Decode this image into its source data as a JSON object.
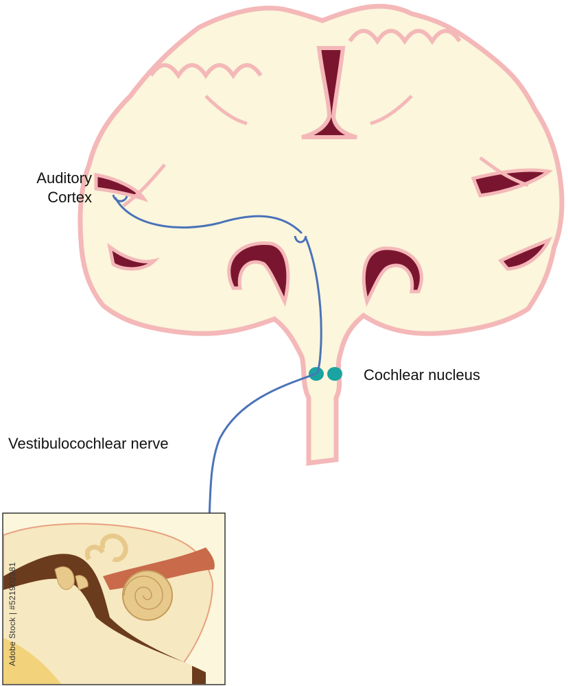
{
  "labels": {
    "auditory_cortex_line1": "Auditory",
    "auditory_cortex_line2": "Cortex",
    "cochlear_nucleus": "Cochlear nucleus",
    "vestibulocochlear_nerve": "Vestibulocochlear nerve"
  },
  "stock_id": "Adobe Stock | #521902381",
  "colors": {
    "brain_fill": "#fbf6dc",
    "brain_outline": "#f4b8b8",
    "sulcus_dark": "#7a1530",
    "pathway": "#4a72b8",
    "nucleus": "#1aa3a0",
    "bone": "#6b3b1e",
    "ear_canal": "#c96a4a",
    "cochlea": "#e8c98c"
  }
}
